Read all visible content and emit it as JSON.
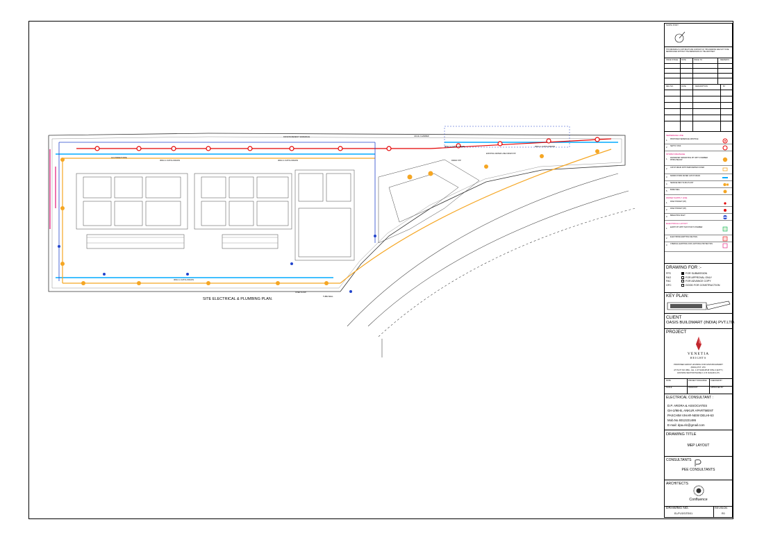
{
  "drawing": {
    "plan_title": "SITE ELECTRICAL & PLUMBING PLAN.",
    "labels": {
      "catch_drain": "300mm CATCH DRAIN",
      "gravity_pipe": "FROM BASEMENT SEWERAGE",
      "hydrant_pipe": "GI HYDRANT PIPE",
      "existing_water_line": "EXISTING WATER LINE FROM STP",
      "over_flow": "OVER FLOW",
      "valve_chamber": "VALVE CHAMBER",
      "tube_well": "TUBE WELL",
      "drain_strp": "DRAIN STP",
      "slope": "SLOPE"
    }
  },
  "titleblock": {
    "north_point": "NORTH POINT",
    "copyright": "THIS DRAWING IS COPYRIGHT AND CONTENT OF THIS DRAWING ARE NOT TO BE REPRODUCED WITHOUT THE PERMISSION OF THE ARCHITECT.",
    "rev_headers": [
      "ISSUE STAGE",
      "DATE",
      "ISSUE TO",
      "REMARKS"
    ],
    "rev2_headers": [
      "REV NO.",
      "DATE",
      "DESCRIPTION",
      "BY"
    ],
    "legend": {
      "sections": [
        "SEWERAGE LINE",
        "STORM DRAINAGE",
        "WATER SUPPLY LINE",
        "ELECTRICAL LAYOUT"
      ],
      "items": [
        {
          "no": "1.",
          "desc": "PROPOSED SEWERAGE MANHOLE"
        },
        {
          "no": "2.",
          "desc": "SEPTIC TANK"
        },
        {
          "no": "1.",
          "desc": "RAINWATER HARVESTING PIT WITH CHAMBER PIPING BELOW"
        },
        {
          "no": "2.",
          "desc": "CATCH DRAIN WITH PERFORATED COVER"
        },
        {
          "no": "3.",
          "desc": "600MM STORM WATER CATCH DRAIN"
        },
        {
          "no": "4.",
          "desc": "SEWAGE RECYCLING PLANT"
        },
        {
          "no": "5.",
          "desc": "BORE WELL"
        },
        {
          "no": "1.",
          "desc": "FIRE HYDRANT (FH)"
        },
        {
          "no": "2.",
          "desc": "FIRE HYDRANT (FH)"
        },
        {
          "no": "3.",
          "desc": "BREACHING INLET"
        },
        {
          "no": "1.",
          "desc": "EARTH PIT WITH TEST POINT CHAMBER"
        },
        {
          "no": "2.",
          "desc": "ELECTRODE EARTHING NEUTRAL"
        },
        {
          "no": "3.",
          "desc": "CHEMICAL EARTHING FOR LIGHTNING PROTECTION"
        }
      ]
    },
    "drawing_for": {
      "heading": "DRAWING FOR :-",
      "options": [
        {
          "code": "FFS",
          "label": "FOR SUBMISSION",
          "checked": true
        },
        {
          "code": "FAO",
          "label": "FOR APPROVAL ONLY",
          "checked": false
        },
        {
          "code": "FAC",
          "label": "FOR ADVANCE COPY",
          "checked": false
        },
        {
          "code": "GFC",
          "label": "GOOD FOR CONSTRUCTION",
          "checked": false
        }
      ]
    },
    "key_plan": "KEY PLAN:",
    "client_heading": "CLIENT",
    "client_name": "OASIS BUILDMART (INDIA) PVT.LTD.",
    "project_heading": "PROJECT",
    "project_logo_name": "VENETIA",
    "project_logo_sub": "HEIGHTS",
    "project_desc": [
      "PROPOSED GROUP HOUSING FOR OASIS BUILDMART",
      "(INDIA) PVT. LTD.",
      "AT PLOT NO. RBA - GH- 1 AT SURAJPUR SITE-C (EXTT.)",
      "HOUSING SECTOR PHASE-II, U.B. NAGAR (U.P)"
    ],
    "info_grid": [
      "DATE",
      "PROJECT INCHARGE",
      "CHECKED BY",
      "SCALE",
      "DRAWN BY",
      "APPROVED BY"
    ],
    "elec_heading": "ELECTRICAL CONSULTANT :",
    "elec_consultant": [
      "D.P. ARORA & ASSOCIATES",
      "GH-2/98-B, ANKUR APARTMENT",
      "PASCHIM VIHAR-NEW DELHI-63",
      "Mob.No.9312221486",
      "E-mail: dpa.elc@gmail.com"
    ],
    "drawing_title_heading": "DRAWING TITLE",
    "drawing_title": "MEP LAYOUT",
    "consultants_heading": "CONSULTANTS",
    "consultant_name": "PEE CONSULTANTS",
    "architects_heading": "ARCHITECTS",
    "architect_name": "Confluence",
    "drawing_no_heading": "DRAWING NO.",
    "drawing_no": "EL/PLS/SITE/01",
    "revision_heading": "REVISION",
    "revision": "R0"
  },
  "colors": {
    "sewer": "#e0006e",
    "water": "#00aaff",
    "storm": "#f5a623",
    "fire": "#e30000",
    "elec": "#2244cc",
    "green": "#00b050",
    "line": "#333333"
  }
}
